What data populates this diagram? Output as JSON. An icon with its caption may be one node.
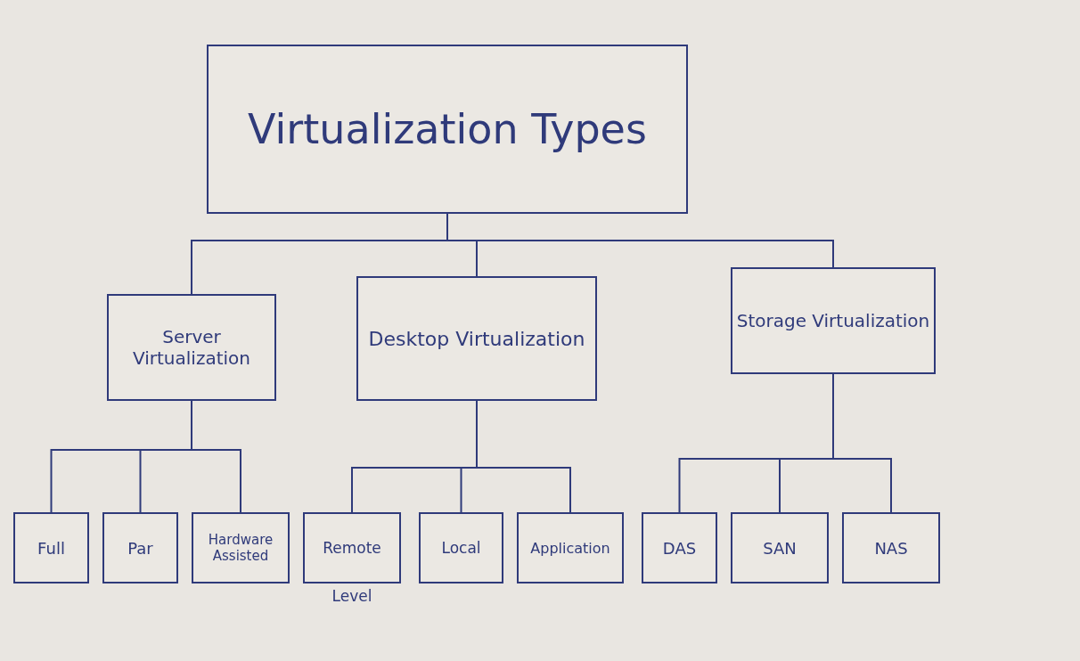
{
  "diagram": {
    "nodes": [
      {
        "text": [
          "Virtualization Types"
        ]
      },
      {
        "text": [
          "Server Virtualization"
        ]
      },
      {
        "text": [
          "Desktop Virtualization"
        ]
      },
      {
        "text": [
          "Storage Virtualization"
        ]
      },
      {
        "text": [
          "Full"
        ]
      },
      {
        "text": [
          "Par"
        ]
      },
      {
        "text": [
          "Hardware Assisted"
        ]
      },
      {
        "text": [
          "Remote"
        ],
        "beside": [
          "Level"
        ]
      },
      {
        "text": [
          "Local"
        ]
      },
      {
        "text": [
          "Application"
        ]
      },
      {
        "text": [
          "DAS"
        ]
      },
      {
        "text": [
          "SAN"
        ]
      },
      {
        "text": [
          "NAS"
        ]
      }
    ],
    "edges": [
      {
        "from": 0,
        "to": 1,
        "arrow": "none"
      },
      {
        "from": 0,
        "to": 2,
        "arrow": "none"
      },
      {
        "from": 0,
        "to": 3,
        "arrow": "none"
      },
      {
        "from": 1,
        "to": 4,
        "arrow": "none"
      },
      {
        "from": 1,
        "to": 5,
        "arrow": "none"
      },
      {
        "from": 1,
        "to": 6,
        "arrow": "none"
      },
      {
        "from": 2,
        "to": 7,
        "arrow": "none"
      },
      {
        "from": 2,
        "to": 8,
        "arrow": "none"
      },
      {
        "from": 2,
        "to": 9,
        "arrow": "none"
      },
      {
        "from": 3,
        "to": 10,
        "arrow": "none"
      },
      {
        "from": 3,
        "to": 11,
        "arrow": "none"
      },
      {
        "from": 3,
        "to": 12,
        "arrow": "none"
      }
    ]
  }
}
